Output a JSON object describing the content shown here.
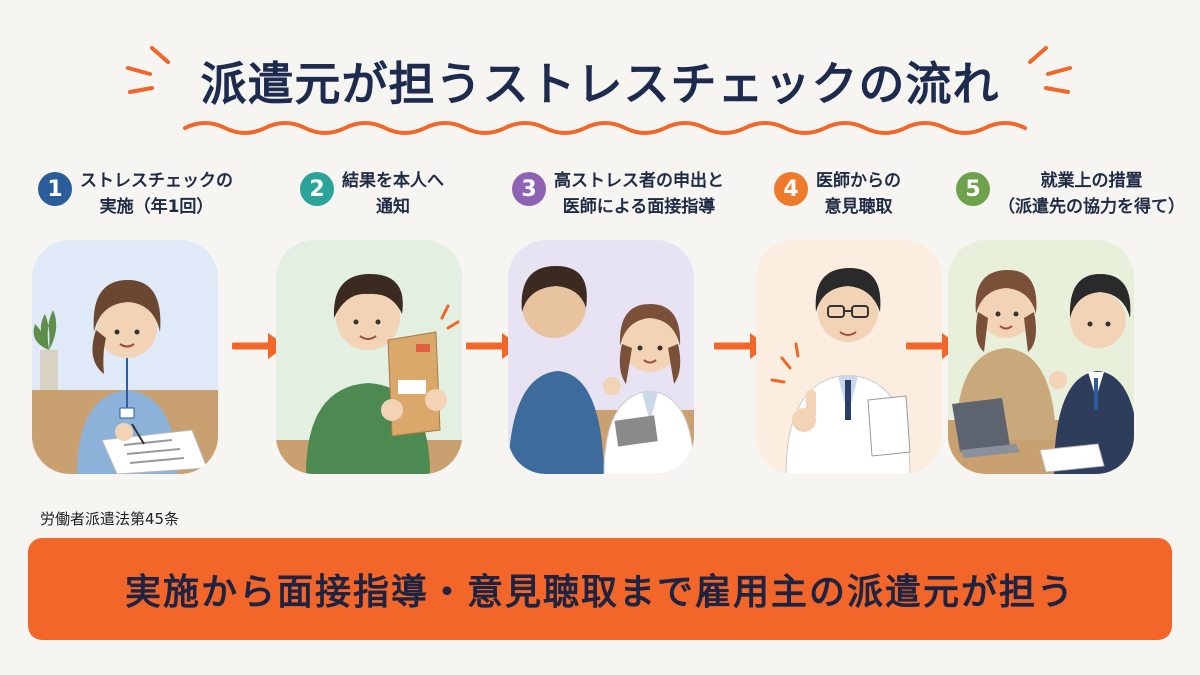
{
  "title": "派遣元が担うストレスチェックの流れ",
  "steps": [
    {
      "number": "1",
      "text": "ストレスチェックの\n実施（年1回）",
      "color": "#2b5d9b",
      "bg": "#dfe9f7"
    },
    {
      "number": "2",
      "text": "結果を本人へ\n通知",
      "color": "#2aa39a",
      "bg": "#e3f0e1"
    },
    {
      "number": "3",
      "text": "高ストレス者の申出と\n医師による面接指導",
      "color": "#8e63b3",
      "bg": "#e8e3f3"
    },
    {
      "number": "4",
      "text": "医師からの\n意見聴取",
      "color": "#ee7a2b",
      "bg": "#fbeee0"
    },
    {
      "number": "5",
      "text": "就業上の措置\n（派遣先の協力を得て）",
      "color": "#6ea24a",
      "bg": "#e8f0db"
    }
  ],
  "law_reference": "労働者派遣法第45条",
  "banner": "実施から面接指導・意見聴取まで雇用主の派遣元が担う",
  "colors": {
    "accent": "#f2662a",
    "title": "#1d2b4f"
  }
}
